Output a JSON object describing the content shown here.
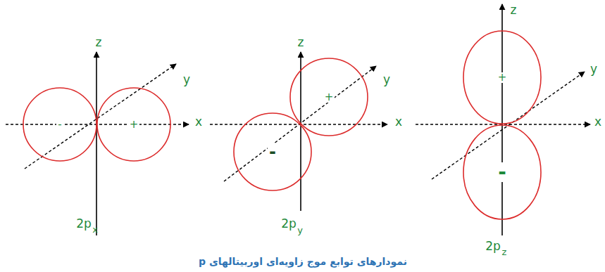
{
  "diagram": {
    "caption": "نمودارهای توابع موج زاویه‌ای اوربیتالهای p",
    "nodes": [
      {
        "text": [
          "-"
        ]
      },
      {
        "text": [
          "+"
        ]
      },
      {
        "text": [
          "+"
        ]
      },
      {
        "text": [
          "-"
        ]
      },
      {
        "text": [
          "+"
        ]
      },
      {
        "text": [
          "-"
        ]
      }
    ],
    "labels": [
      "z",
      "y",
      "x",
      "2p",
      "x",
      "z",
      "y",
      "x",
      "2p",
      "y",
      "z",
      "y",
      "x",
      "2p",
      "z"
    ]
  }
}
